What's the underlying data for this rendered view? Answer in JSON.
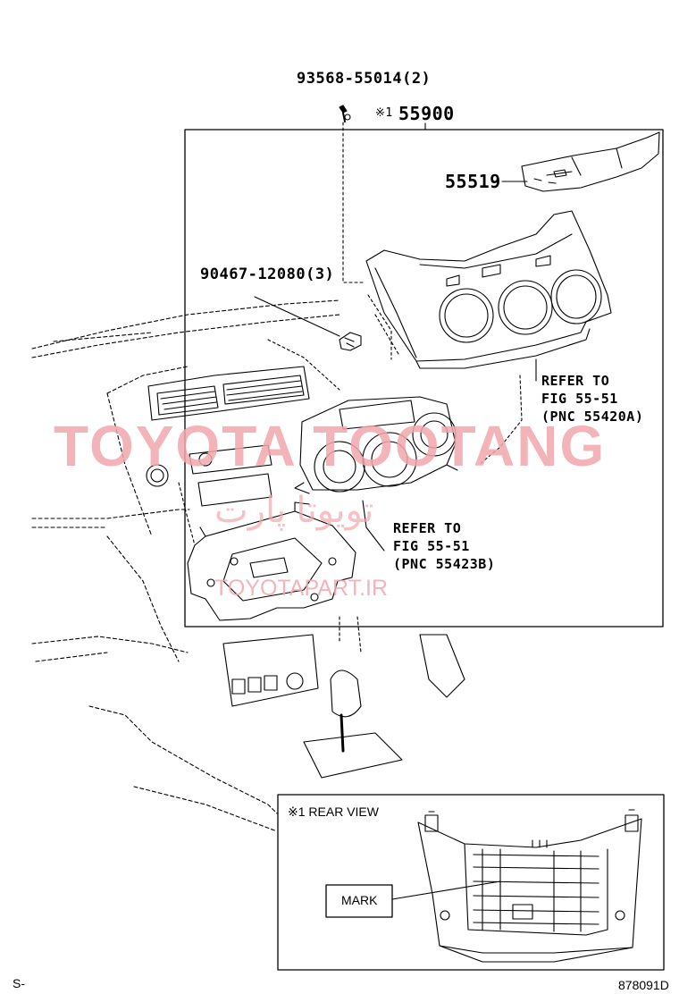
{
  "labels": {
    "screw_part": "93568-55014(2)",
    "main_assembly": "55900",
    "main_assembly_mark": "※1",
    "bezel_part": "55519",
    "clip_part": "90467-12080(3)",
    "ref_a_line1": "REFER TO",
    "ref_a_line2": "FIG 55-51",
    "ref_a_line3": "(PNC 55420A)",
    "ref_b_line1": "REFER TO",
    "ref_b_line2": "FIG 55-51",
    "ref_b_line3": "(PNC 55423B)",
    "rear_view_title": "※1 REAR VIEW",
    "mark_label": "MARK",
    "footer_left": "S-",
    "footer_right": "878091D"
  },
  "watermark": {
    "main": "TOYOTA TOOTANG",
    "persian": "تویوتا پارت",
    "url": "TOYOTAPART.IR",
    "color": "#f2a8ad"
  }
}
